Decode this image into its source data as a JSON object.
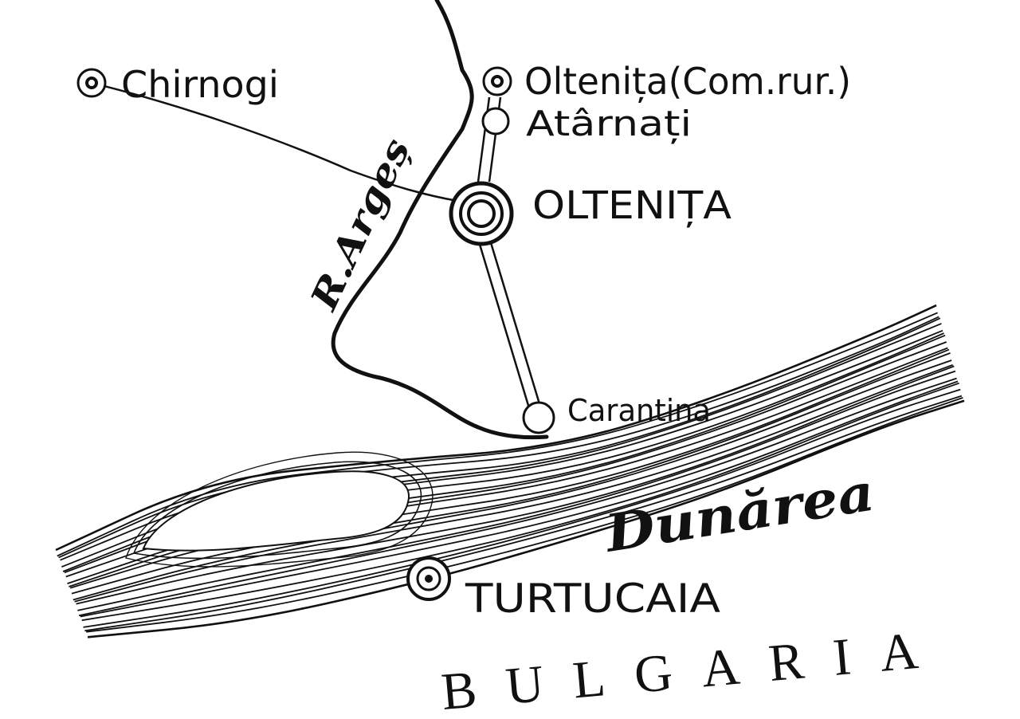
{
  "map": {
    "places": {
      "chirnogi": "Chirnogi",
      "oltenita_rural": "Oltenița(Com.rur.)",
      "atarnati": "Atârnați",
      "oltenita": "OLTENIȚA",
      "carantina": "Carantina",
      "turtucaia": "TURTUCAIA"
    },
    "river_arges": "R.Argeș",
    "river_danube": "Dunărea",
    "country": "BULGARIA",
    "colors": {
      "ink": "#111111",
      "paper": "#ffffff"
    }
  }
}
